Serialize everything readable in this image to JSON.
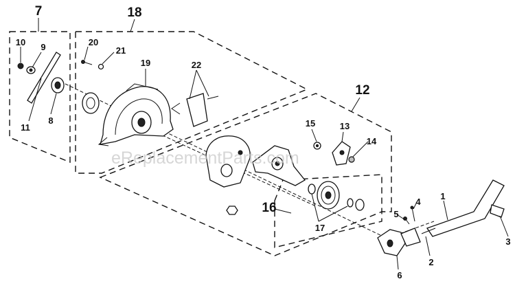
{
  "watermark": "eReplacementParts.com",
  "groups": [
    {
      "id": "group-7",
      "label": "7"
    },
    {
      "id": "group-18",
      "label": "18"
    },
    {
      "id": "group-12",
      "label": "12"
    },
    {
      "id": "group-16",
      "label": "16"
    }
  ],
  "callouts": {
    "c1": "1",
    "c2": "2",
    "c3": "3",
    "c4": "4",
    "c5": "5",
    "c6": "6",
    "c8": "8",
    "c9": "9",
    "c10": "10",
    "c11": "11",
    "c13": "13",
    "c14": "14",
    "c15": "15",
    "c17": "17",
    "c19": "19",
    "c20": "20",
    "c21": "21",
    "c22": "22"
  }
}
